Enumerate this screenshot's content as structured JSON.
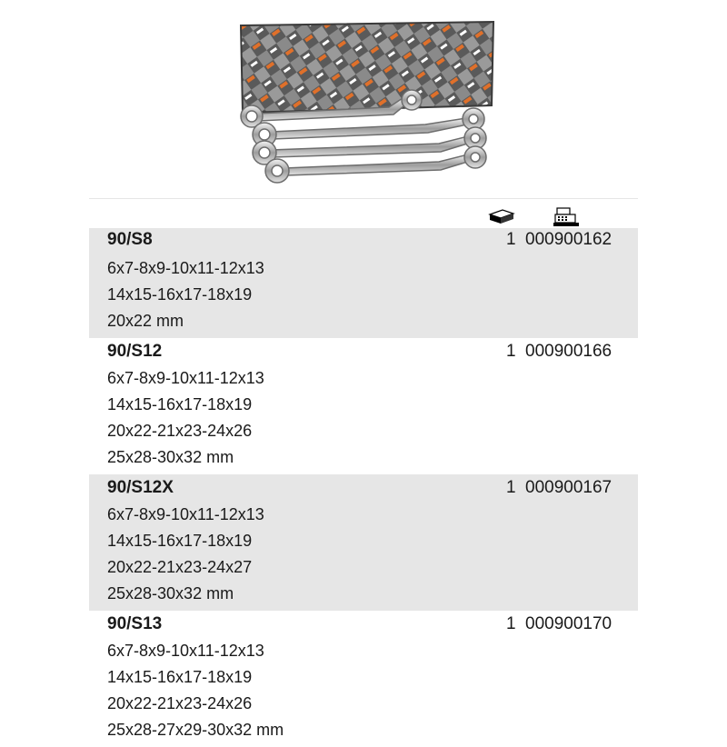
{
  "columns": {
    "quantity_icon": "set-box-icon",
    "code_icon": "cash-register-icon"
  },
  "products": [
    {
      "name": "90/S8",
      "sizes": [
        "6x7-8x9-10x11-12x13",
        "14x15-16x17-18x19",
        "20x22 mm"
      ],
      "quantity": "1",
      "code": "000900162"
    },
    {
      "name": "90/S12",
      "sizes": [
        "6x7-8x9-10x11-12x13",
        "14x15-16x17-18x19",
        "20x22-21x23-24x26",
        "25x28-30x32 mm"
      ],
      "quantity": "1",
      "code": "000900166"
    },
    {
      "name": "90/S12X",
      "sizes": [
        "6x7-8x9-10x11-12x13",
        "14x15-16x17-18x19",
        "20x22-21x23-24x27",
        "25x28-30x32 mm"
      ],
      "quantity": "1",
      "code": "000900167"
    },
    {
      "name": "90/S13",
      "sizes": [
        "6x7-8x9-10x11-12x13",
        "14x15-16x17-18x19",
        "20x22-21x23-24x26",
        "25x28-27x29-30x32 mm"
      ],
      "quantity": "1",
      "code": "000900170"
    }
  ]
}
